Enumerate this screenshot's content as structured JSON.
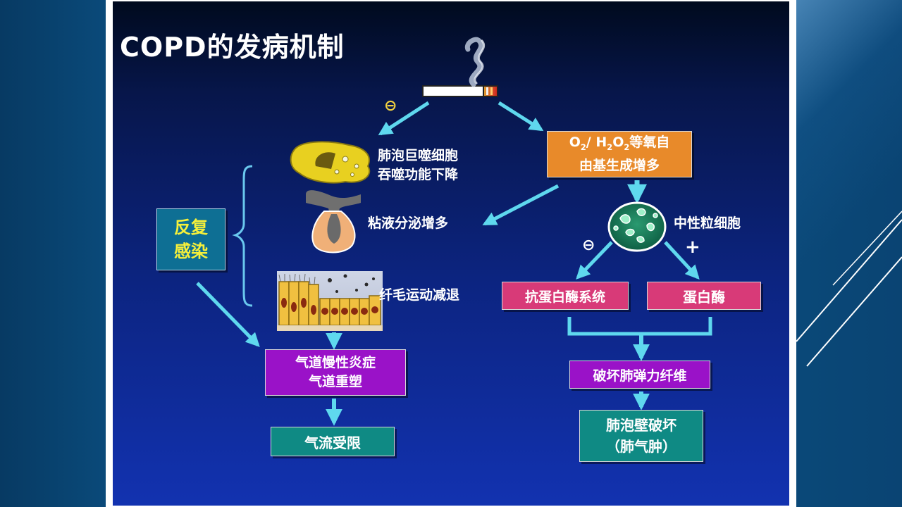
{
  "slide": {
    "title": "COPD的发病机制"
  },
  "nodes": {
    "macrophage_line1": "肺泡巨噬细胞",
    "macrophage_line2": "吞噬功能下降",
    "mucus": "粘液分泌增多",
    "cilia": "纤毛运动减退",
    "neutrophil": "中性粒细胞",
    "oxidant_line1_suffix": "等氧自",
    "oxidant_line2": "由基生成增多",
    "infection_line1": "反复",
    "infection_line2": "感染",
    "airway_line1": "气道慢性炎症",
    "airway_line2": "气道重塑",
    "airflow": "气流受限",
    "antiprotease": "抗蛋白酶系统",
    "protease": "蛋白酶",
    "elastic": "破坏肺弹力纤维",
    "alveolar_line1": "肺泡壁破坏",
    "alveolar_line2": "（肺气肿）"
  },
  "oxidant_formula": {
    "o": "O",
    "o_sub": "2",
    "slash": "/ ",
    "h": "H",
    "h_sub": "2",
    "o2": "O",
    "o2_sub": "2"
  },
  "symbols": {
    "inhibit_top": "⊖",
    "inhibit_right": "⊖",
    "plus": "+"
  },
  "colors": {
    "arrow": "#5fd8ee",
    "orange_box": "#e88a2a",
    "purple_box": "#9a12c8",
    "pink_box": "#d83a78",
    "teal_box": "#0f8a84",
    "infection_box": "#0e6f94",
    "infection_text": "#f6f03a",
    "bracket": "#6ac8ee"
  }
}
